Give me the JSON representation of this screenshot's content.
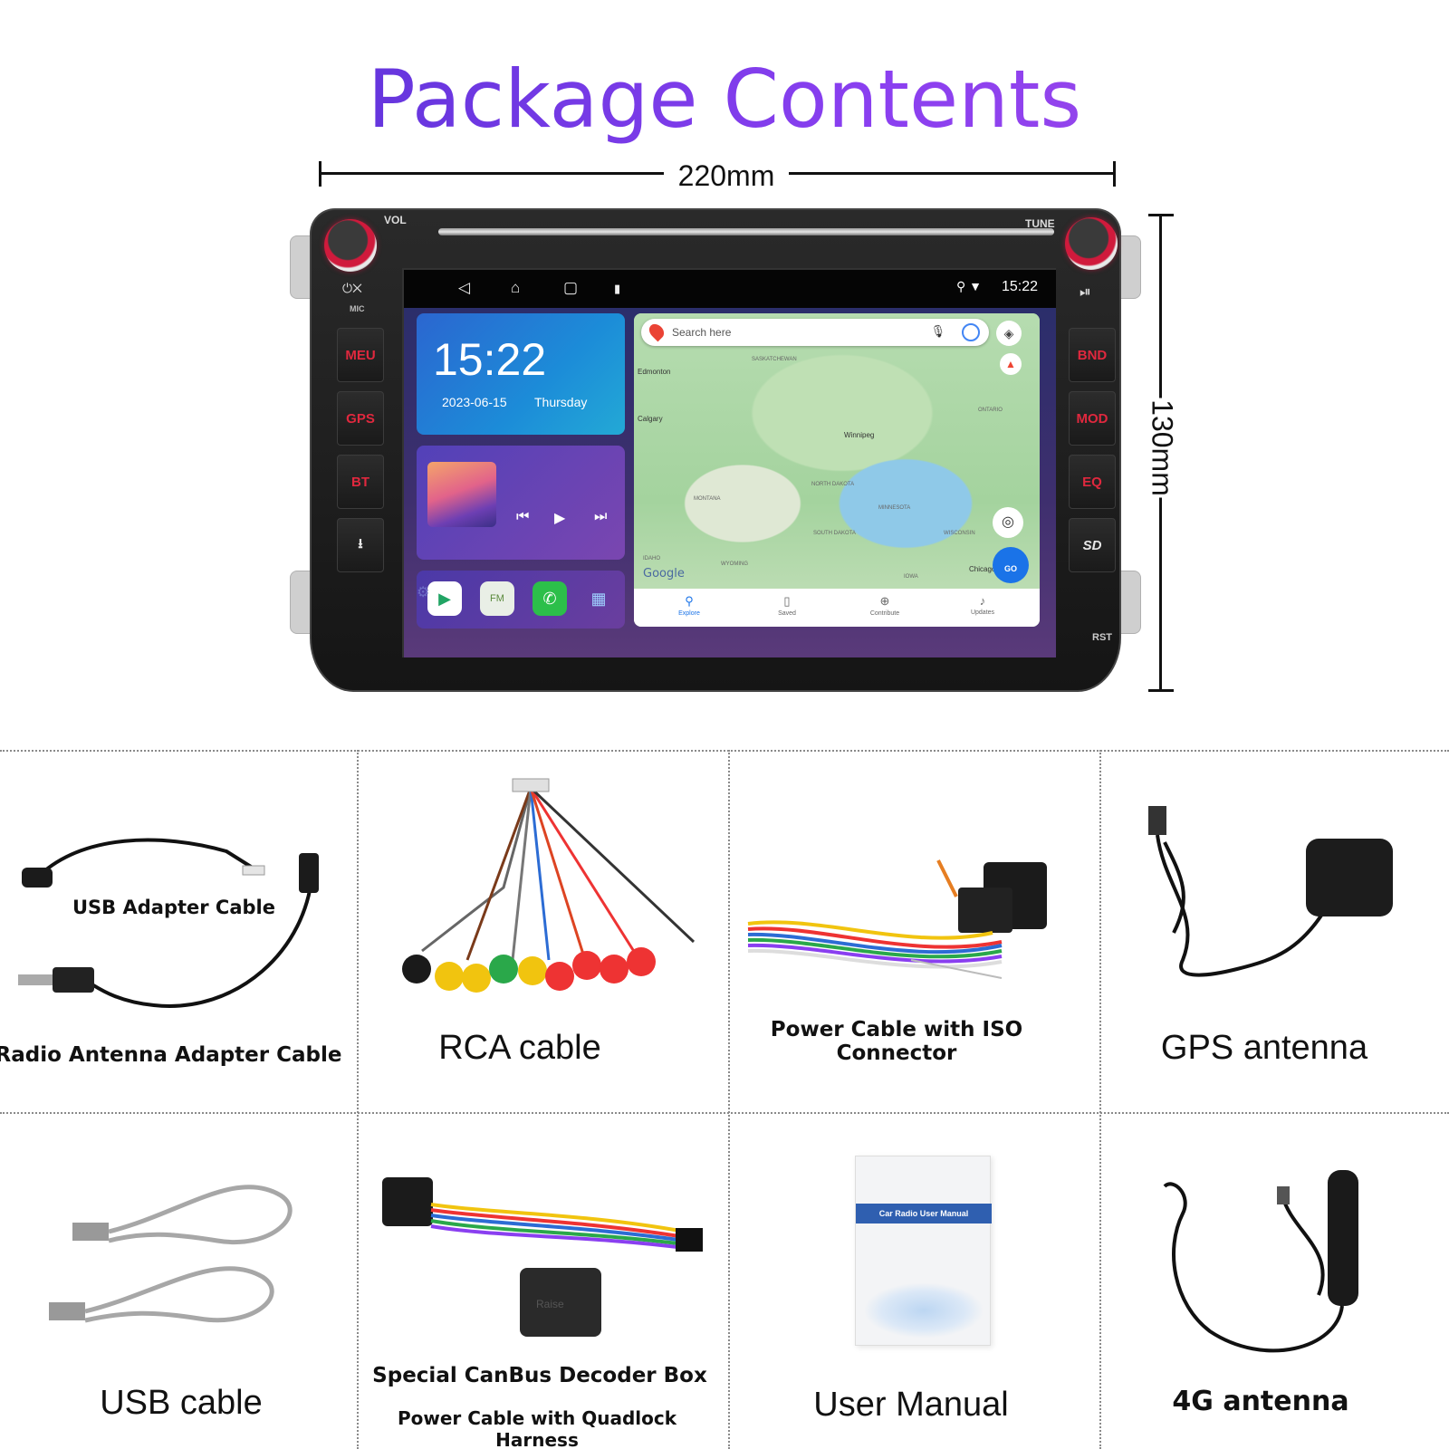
{
  "title": "Package Contents",
  "dimensions": {
    "width_label": "220mm",
    "height_label": "130mm"
  },
  "head_unit": {
    "knob_left_label": "VOL",
    "knob_right_label": "TUNE",
    "mic_label": "MIC",
    "left_buttons": [
      "MEU",
      "GPS",
      "BT"
    ],
    "right_buttons": [
      "BND",
      "MOD",
      "EQ"
    ],
    "sd_label": "SD",
    "rst_label": "RST",
    "screen": {
      "status_time": "15:22",
      "clock_time": "15:22",
      "date": "2023-06-15",
      "weekday": "Thursday",
      "map": {
        "search_placeholder": "Search here",
        "places": [
          "Edmonton",
          "Calgary",
          "Winnipeg",
          "Chicago"
        ],
        "regions": [
          "SASKATCHEWAN",
          "ONTARIO",
          "MONTANA",
          "NORTH DAKOTA",
          "SOUTH DAKOTA",
          "MINNESOTA",
          "WISCONSIN",
          "WYOMING",
          "IOWA",
          "IDAHO"
        ],
        "logo": "Google",
        "go_label": "GO",
        "tabs": [
          "Explore",
          "Saved",
          "Contribute",
          "Updates"
        ]
      }
    }
  },
  "items_row1": [
    {
      "label": "Radio Antenna Adapter Cable",
      "inner_label": "USB Adapter Cable"
    },
    {
      "label": "RCA cable"
    },
    {
      "label": "Power Cable with ISO Connector"
    },
    {
      "label": "GPS antenna"
    }
  ],
  "items_row2": [
    {
      "label": "USB cable"
    },
    {
      "label": "Special CanBus Decoder Box",
      "sub_label": "Power Cable with Quadlock Harness",
      "box_text": "Raise"
    },
    {
      "label": "User Manual",
      "manual_text": "Car Radio User Manual"
    },
    {
      "label": "4G antenna"
    }
  ]
}
